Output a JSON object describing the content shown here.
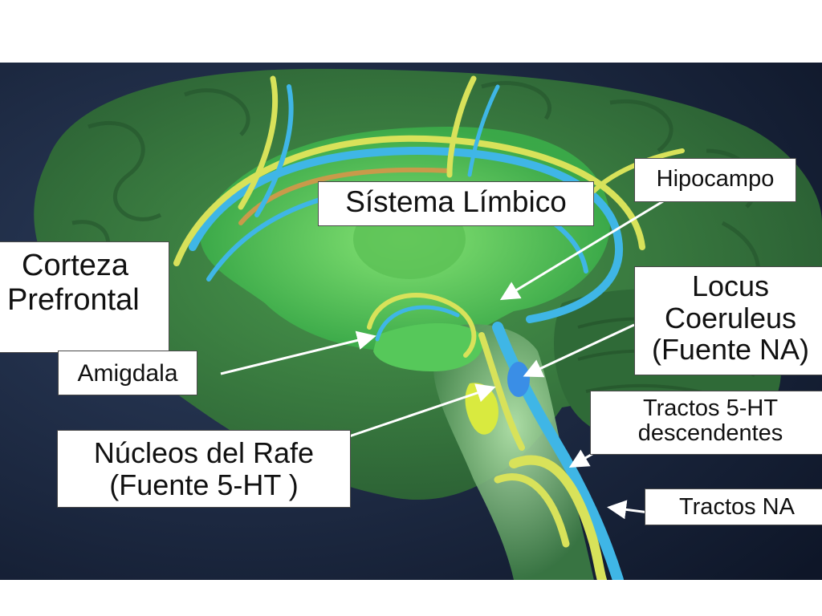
{
  "labels": {
    "sistema_limbico": "Sístema Límbico",
    "corteza_line1": "Corteza",
    "corteza_line2": "Prefrontal",
    "amigdala": "Amigdala",
    "nucleos_line1": "Núcleos del Rafe",
    "nucleos_line2": "(Fuente 5-HT )",
    "hipocampo": "Hipocampo",
    "locus_line1": "Locus",
    "locus_line2": "Coeruleus",
    "locus_line3": "(Fuente NA)",
    "tractos5ht_line1": "Tractos 5-HT",
    "tractos5ht_line2": "descendentes",
    "tractos_na": "Tractos NA"
  },
  "colors": {
    "background_space": "#1b2a44",
    "brain_dark": "#2f6b3a",
    "brain_mid": "#3f8f48",
    "brain_bright": "#5fd35a",
    "pathway_yellow": "#d8e25a",
    "pathway_blue": "#3fb6e6",
    "pathway_orange": "#c99a4a",
    "locus_blue": "#3a8ee6",
    "arrow": "#ffffff"
  }
}
